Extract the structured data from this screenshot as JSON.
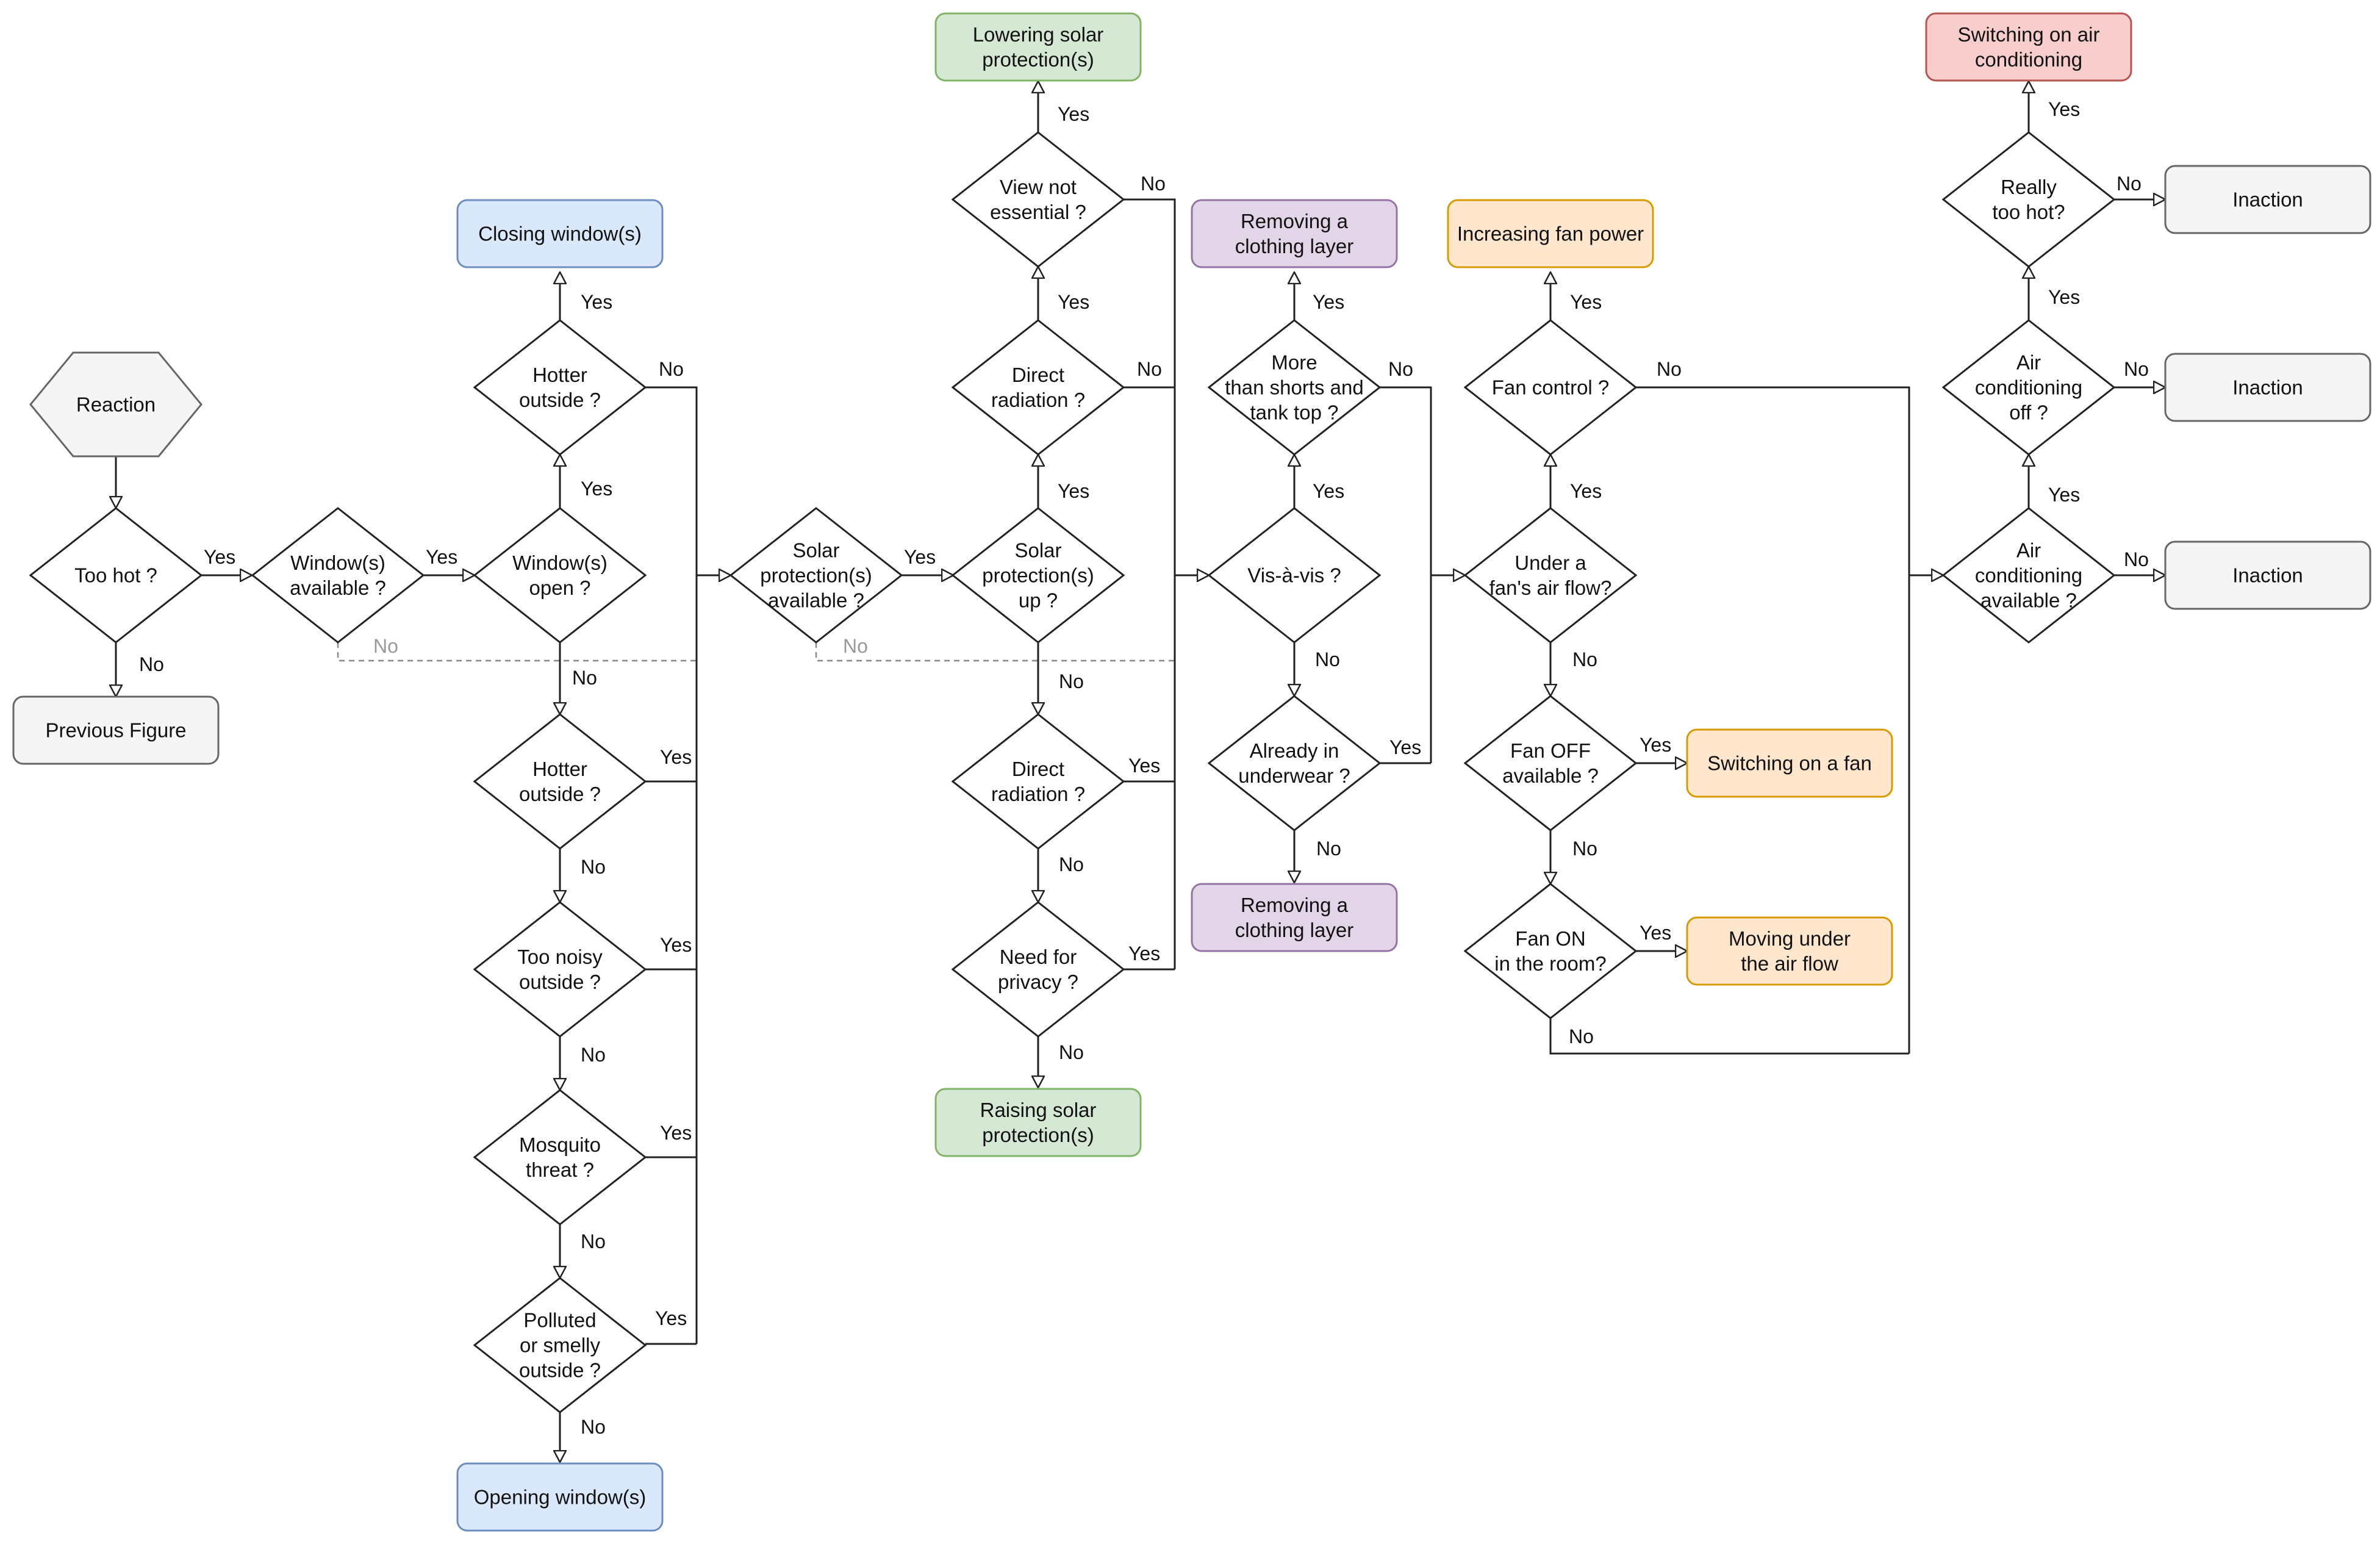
{
  "colors": {
    "blue_fill": "#dae8fc",
    "blue_stroke": "#6c8ebf",
    "green_fill": "#d5e8d4",
    "green_stroke": "#82b366",
    "purple_fill": "#e1d5e7",
    "purple_stroke": "#9673a6",
    "orange_fill": "#ffe6cc",
    "orange_stroke": "#d79b00",
    "red_fill": "#f8cecc",
    "red_stroke": "#b85450",
    "gray_fill": "#f5f5f5",
    "gray_stroke": "#666666"
  },
  "nodes": {
    "reaction": [
      "Reaction"
    ],
    "too_hot": [
      "Too hot ?"
    ],
    "previous_figure": [
      "Previous Figure"
    ],
    "windows_available": [
      "Window(s)",
      "available ?"
    ],
    "windows_open": [
      "Window(s)",
      "open ?"
    ],
    "hotter_outside_1": [
      "Hotter",
      "outside ?"
    ],
    "closing_windows": [
      "Closing window(s)"
    ],
    "hotter_outside_2": [
      "Hotter",
      "outside ?"
    ],
    "too_noisy": [
      "Too noisy",
      "outside ?"
    ],
    "mosquito": [
      "Mosquito",
      "threat ?"
    ],
    "polluted": [
      "Polluted",
      "or smelly",
      "outside ?"
    ],
    "opening_windows": [
      "Opening window(s)"
    ],
    "solar_available": [
      "Solar",
      "protection(s)",
      "available ?"
    ],
    "solar_up": [
      "Solar",
      "protection(s)",
      "up ?"
    ],
    "direct_radiation_1": [
      "Direct",
      "radiation ?"
    ],
    "view_not_essential": [
      "View not",
      "essential ?"
    ],
    "lowering_solar": [
      "Lowering solar",
      "protection(s)"
    ],
    "direct_radiation_2": [
      "Direct",
      "radiation ?"
    ],
    "need_privacy": [
      "Need for",
      "privacy ?"
    ],
    "raising_solar": [
      "Raising solar",
      "protection(s)"
    ],
    "vis_a_vis": [
      "Vis-à-vis ?"
    ],
    "more_than_shorts": [
      "More",
      "than shorts and",
      "tank top ?"
    ],
    "removing_layer_1": [
      "Removing a",
      "clothing layer"
    ],
    "already_underwear": [
      "Already in",
      "underwear ?"
    ],
    "removing_layer_2": [
      "Removing a",
      "clothing layer"
    ],
    "under_fan": [
      "Under a",
      "fan's air flow?"
    ],
    "fan_control": [
      "Fan control ?"
    ],
    "increasing_fan": [
      "Increasing fan power"
    ],
    "fan_off_available": [
      "Fan OFF",
      "available ?"
    ],
    "switching_fan": [
      "Switching on a fan"
    ],
    "fan_on_room": [
      "Fan ON",
      "in the room?"
    ],
    "moving_under": [
      "Moving under",
      "the air flow"
    ],
    "ac_available": [
      "Air",
      "conditioning",
      "available ?"
    ],
    "ac_off": [
      "Air",
      "conditioning",
      "off ?"
    ],
    "really_too_hot": [
      "Really",
      "too hot?"
    ],
    "switching_ac": [
      "Switching on air",
      "conditioning"
    ],
    "inaction_1": [
      "Inaction"
    ],
    "inaction_2": [
      "Inaction"
    ],
    "inaction_3": [
      "Inaction"
    ]
  },
  "edge_labels": {
    "too_hot_yes": "Yes",
    "too_hot_no": "No",
    "win_avail_yes": "Yes",
    "win_avail_no": "No",
    "win_open_yes": "Yes",
    "win_open_no": "No",
    "hotter1_yes": "Yes",
    "hotter1_no": "No",
    "hotter2_yes": "Yes",
    "hotter2_no": "No",
    "noisy_yes": "Yes",
    "noisy_no": "No",
    "mosquito_yes": "Yes",
    "mosquito_no": "No",
    "polluted_yes": "Yes",
    "polluted_no": "No",
    "solar_avail_yes": "Yes",
    "solar_avail_no": "No",
    "solar_up_yes": "Yes",
    "solar_up_no": "No",
    "direct1_yes": "Yes",
    "direct1_no": "No",
    "view_yes": "Yes",
    "view_no": "No",
    "direct2_yes": "Yes",
    "direct2_no": "No",
    "privacy_yes": "Yes",
    "privacy_no": "No",
    "visavis_yes": "Yes",
    "visavis_no": "No",
    "more_yes": "Yes",
    "more_no": "No",
    "underwear_yes": "Yes",
    "underwear_no": "No",
    "under_fan_yes": "Yes",
    "under_fan_no": "No",
    "fan_control_yes": "Yes",
    "fan_control_no": "No",
    "fan_off_yes": "Yes",
    "fan_off_no": "No",
    "fan_on_yes": "Yes",
    "fan_on_no": "No",
    "ac_avail_yes": "Yes",
    "ac_avail_no": "No",
    "ac_off_yes": "Yes",
    "ac_off_no": "No",
    "really_yes": "Yes",
    "really_no": "No"
  }
}
